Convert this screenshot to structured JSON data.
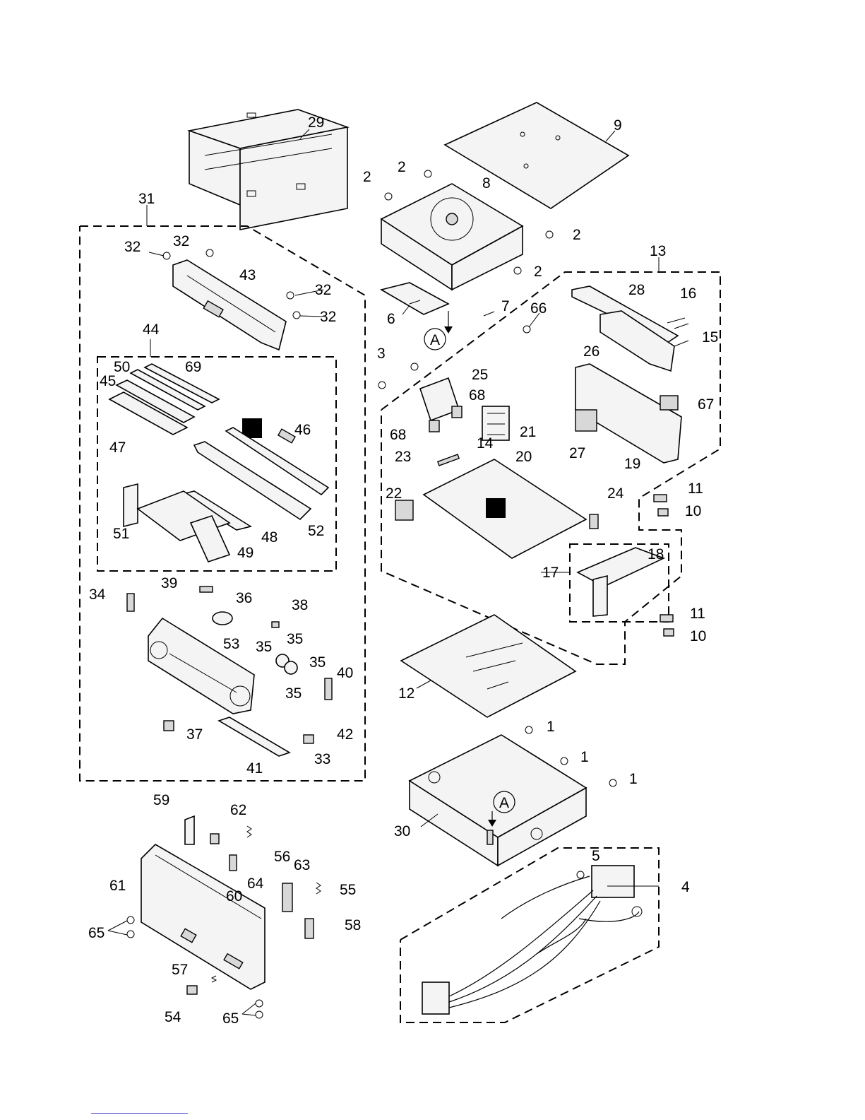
{
  "callouts": {
    "c1": "1",
    "c2": "2",
    "c3": "3",
    "c4": "4",
    "c5": "5",
    "c6": "6",
    "c7": "7",
    "c8": "8",
    "c9": "9",
    "c10": "10",
    "c11": "11",
    "c12": "12",
    "c13": "13",
    "c14": "14",
    "c15": "15",
    "c16": "16",
    "c17": "17",
    "c18": "18",
    "c19": "19",
    "c20": "20",
    "c21": "21",
    "c22": "22",
    "c23": "23",
    "c24": "24",
    "c25": "25",
    "c26": "26",
    "c27": "27",
    "c28": "28",
    "c29": "29",
    "c30": "30",
    "c31": "31",
    "c32": "32",
    "c33": "33",
    "c34": "34",
    "c35": "35",
    "c36": "36",
    "c37": "37",
    "c38": "38",
    "c39": "39",
    "c40": "40",
    "c41": "41",
    "c42": "42",
    "c43": "43",
    "c44": "44",
    "c45": "45",
    "c46": "46",
    "c47": "47",
    "c48": "48",
    "c49": "49",
    "c50": "50",
    "c51": "51",
    "c52": "52",
    "c53": "53",
    "c54": "54",
    "c55": "55",
    "c56": "56",
    "c57": "57",
    "c58": "58",
    "c59": "59",
    "c60": "60",
    "c61": "61",
    "c62": "62",
    "c63": "63",
    "c64": "64",
    "c65": "65",
    "c66": "66",
    "c67": "67",
    "c68": "68",
    "c69": "69"
  },
  "reference_marker": "A"
}
